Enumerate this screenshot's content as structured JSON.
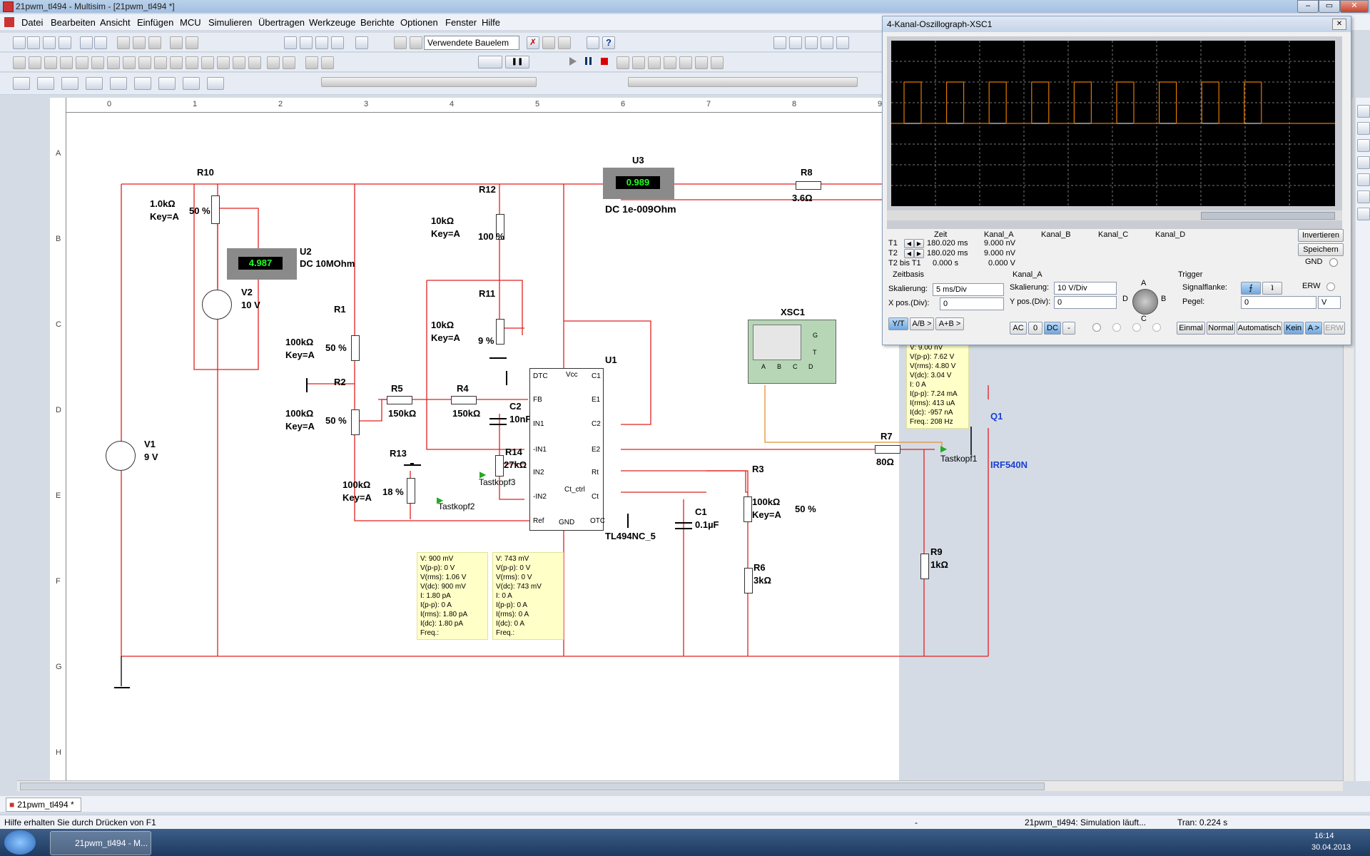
{
  "window": {
    "title": "21pwm_tl494 - Multisim - [21pwm_tl494 *]"
  },
  "menu": [
    "Datei",
    "Bearbeiten",
    "Ansicht",
    "Einfügen",
    "MCU",
    "Simulieren",
    "Übertragen",
    "Werkzeuge",
    "Berichte",
    "Optionen",
    "Fenster",
    "Hilfe"
  ],
  "toolbar": {
    "component_select": "Verwendete Bauelem"
  },
  "ruler": {
    "columns": [
      "0",
      "1",
      "2",
      "3",
      "4",
      "5",
      "6",
      "7",
      "8",
      "9"
    ],
    "rows": [
      "A",
      "B",
      "C",
      "D",
      "E",
      "F",
      "G",
      "H"
    ]
  },
  "schematic": {
    "R10": {
      "name": "R10",
      "value": "1.0kΩ",
      "key": "Key=A",
      "pct": "50 %"
    },
    "U2": {
      "name": "U2",
      "mode": "DC  10MOhm",
      "reading": "4.987"
    },
    "V2": {
      "name": "V2",
      "value": "10 V"
    },
    "U3": {
      "name": "U3",
      "mode": "DC  1e-009Ohm",
      "reading": "0.989"
    },
    "R8": {
      "name": "R8",
      "value": "3.6Ω"
    },
    "R12": {
      "name": "R12",
      "value": "10kΩ",
      "key": "Key=A",
      "pct": "100 %"
    },
    "R11": {
      "name": "R11",
      "value": "10kΩ",
      "key": "Key=A",
      "pct": "9 %"
    },
    "R1": {
      "name": "R1",
      "value": "100kΩ",
      "key": "Key=A",
      "pct": "50 %"
    },
    "R2": {
      "name": "R2",
      "value": "100kΩ",
      "key": "Key=A",
      "pct": "50 %"
    },
    "R5": {
      "name": "R5",
      "value": "150kΩ"
    },
    "R4": {
      "name": "R4",
      "value": "150kΩ"
    },
    "C2": {
      "name": "C2",
      "value": "10nF"
    },
    "R14": {
      "name": "R14",
      "value": "27kΩ"
    },
    "R13": {
      "name": "R13",
      "value": "100kΩ",
      "key": "Key=A",
      "pct": "18 %"
    },
    "V1": {
      "name": "V1",
      "value": "9 V"
    },
    "U1": {
      "name": "U1",
      "part": "TL494NC_5",
      "pins": [
        "DTC",
        "Vcc",
        "C1",
        "FB",
        "E1",
        "IN1",
        "C2",
        "-IN1",
        "E2",
        "IN2",
        "Rt",
        "-IN2",
        "Ct_ctrl",
        "Ct",
        "Ref",
        "GND",
        "OTC"
      ]
    },
    "C1": {
      "name": "C1",
      "value": "0.1µF"
    },
    "R3": {
      "name": "R3",
      "value": "100kΩ",
      "key": "Key=A",
      "pct": "50 %"
    },
    "R6": {
      "name": "R6",
      "value": "3kΩ"
    },
    "R7": {
      "name": "R7",
      "value": "80Ω"
    },
    "R9": {
      "name": "R9",
      "value": "1kΩ"
    },
    "Q1": {
      "name": "Q1",
      "part": "IRF540N"
    },
    "XSC1": {
      "name": "XSC1",
      "ch": [
        "A",
        "B",
        "C",
        "D"
      ],
      "g": "G",
      "t": "T"
    },
    "probe2": "Tastkopf2",
    "probe3": "Tastkopf3",
    "probe1": "Tastkopf1"
  },
  "probe_boxes": {
    "p2": [
      "V: 900 mV",
      "V(p-p): 0 V",
      "V(rms): 1.06 V",
      "V(dc): 900 mV",
      "I: 1.80 pA",
      "I(p-p): 0 A",
      "I(rms): 1.80 pA",
      "I(dc): 1.80 pA",
      "Freq.:"
    ],
    "p3": [
      "V: 743 mV",
      "V(p-p): 0 V",
      "V(rms): 0 V",
      "V(dc): 743 mV",
      "I: 0 A",
      "I(p-p): 0 A",
      "I(rms): 0 A",
      "I(dc): 0 A",
      "Freq.:"
    ],
    "p1": [
      "V: 9.00 nV",
      "V(p-p): 7.62 V",
      "V(rms): 4.80 V",
      "V(dc): 3.04 V",
      "I: 0 A",
      "I(p-p): 7.24 mA",
      "I(rms): 413 uA",
      "I(dc): -957 nA",
      "Freq.: 208 Hz"
    ]
  },
  "oscilloscope": {
    "title": "4-Kanal-Oszillograph-XSC1",
    "cursor_table": {
      "headers": [
        "Zeit",
        "Kanal_A",
        "Kanal_B",
        "Kanal_C",
        "Kanal_D"
      ],
      "rows": [
        {
          "label": "T1",
          "zeit": "180.020 ms",
          "a": "9.000 nV"
        },
        {
          "label": "T2",
          "zeit": "180.020 ms",
          "a": "9.000 nV"
        },
        {
          "label": "T2 bis T1",
          "zeit": "0.000 s",
          "a": "0.000 V"
        }
      ]
    },
    "buttons": {
      "invert": "Invertieren",
      "save": "Speichern",
      "gnd": "GND"
    },
    "zeitbasis": {
      "title": "Zeitbasis",
      "scale_label": "Skalierung:",
      "scale": "5 ms/Div",
      "xpos_label": "X pos.(Div):",
      "xpos": "0",
      "modes": [
        "Y/T",
        "A/B >",
        "A+B >"
      ]
    },
    "kanal": {
      "title": "Kanal_A",
      "scale_label": "Skalierung:",
      "scale": "10  V/Div",
      "ypos_label": "Y pos.(Div):",
      "ypos": "0",
      "coupling": [
        "AC",
        "0",
        "DC",
        "-"
      ],
      "knob": [
        "A",
        "B",
        "C",
        "D"
      ]
    },
    "trigger": {
      "title": "Trigger",
      "edge_label": "Signalflanke:",
      "level_label": "Pegel:",
      "level": "0",
      "unit": "V",
      "erw": "ERW",
      "modes": [
        "Einmal",
        "Normal",
        "Automatisch",
        "Kein",
        "A >",
        "ERW"
      ]
    },
    "trace_color": "#e07800"
  },
  "tab": {
    "label": "21pwm_tl494 *"
  },
  "status": {
    "help": "Hilfe erhalten Sie durch Drücken von F1",
    "dash": "-",
    "sim": "21pwm_tl494: Simulation läuft...",
    "tran": "Tran: 0.224 s"
  },
  "taskbar": {
    "app": "21pwm_tl494 - M...",
    "time": "16:14",
    "date": "30.04.2013"
  }
}
